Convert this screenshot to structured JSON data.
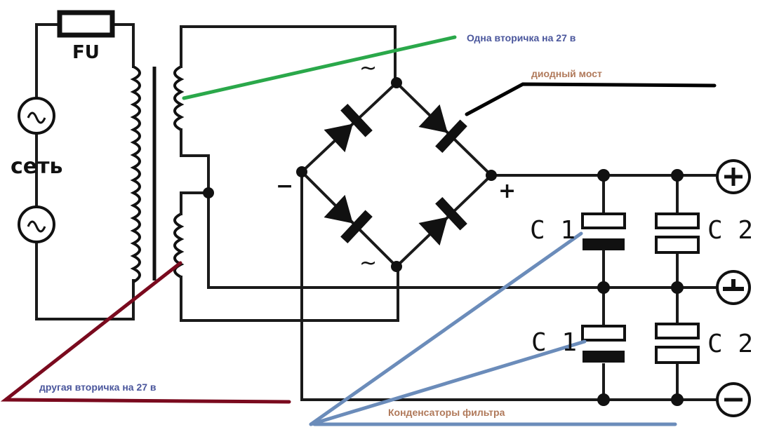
{
  "diagram": {
    "labels": {
      "fuse": "FU",
      "mains": "сеть",
      "minus": "−",
      "plus": "+",
      "ac_top": "~",
      "ac_bottom": "~",
      "c1_top": "C 1",
      "c2_top": "C 2",
      "c1_bottom": "C 1",
      "c2_bottom": "C 2"
    },
    "terminals": [
      {
        "name": "positive",
        "symbol": "+"
      },
      {
        "name": "ground",
        "symbol": "⊥"
      },
      {
        "name": "negative",
        "symbol": "−"
      }
    ],
    "annotations": {
      "secondary_one": "Одна вторичка на 27 в",
      "diode_bridge": "диодный мост",
      "secondary_two": "другая вторичка на 27 в",
      "filter_caps": "Конденсаторы фильтра"
    },
    "colors": {
      "secondary_one_line": "#2aa84a",
      "secondary_two_line": "#7a0a1e",
      "filter_caps_line": "#6b8cba",
      "bridge_line": "#000000",
      "blue_text": "#4a569c",
      "orange_text": "#b0795a"
    }
  }
}
